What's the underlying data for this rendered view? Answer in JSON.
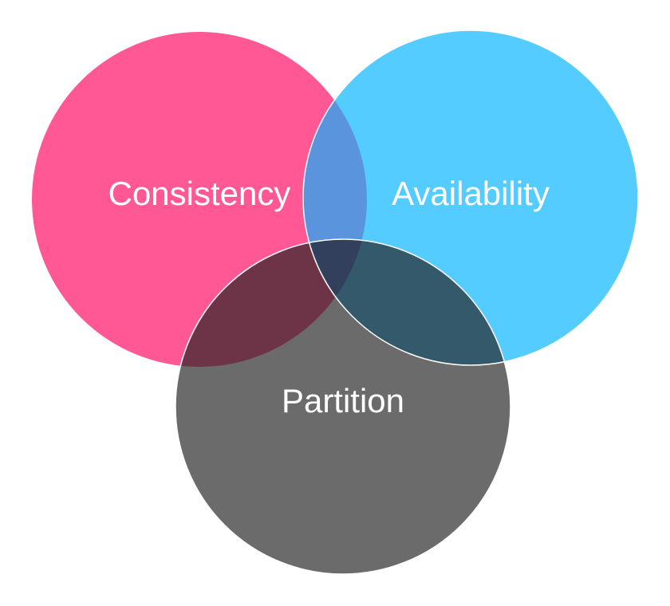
{
  "diagram": {
    "sets": [
      {
        "id": "consistency",
        "label": "Consistency",
        "color": "#ff5895"
      },
      {
        "id": "availability",
        "label": "Availability",
        "color": "#55ccff"
      },
      {
        "id": "partition",
        "label": "Partition",
        "color": "#6b6b6b"
      }
    ],
    "overlap_colors": {
      "consistency_availability": "#5a94dc",
      "consistency_partition": "#6c3446",
      "availability_partition": "#34596a",
      "all_three": "#32405d"
    },
    "stroke_color": "#ffffff"
  }
}
